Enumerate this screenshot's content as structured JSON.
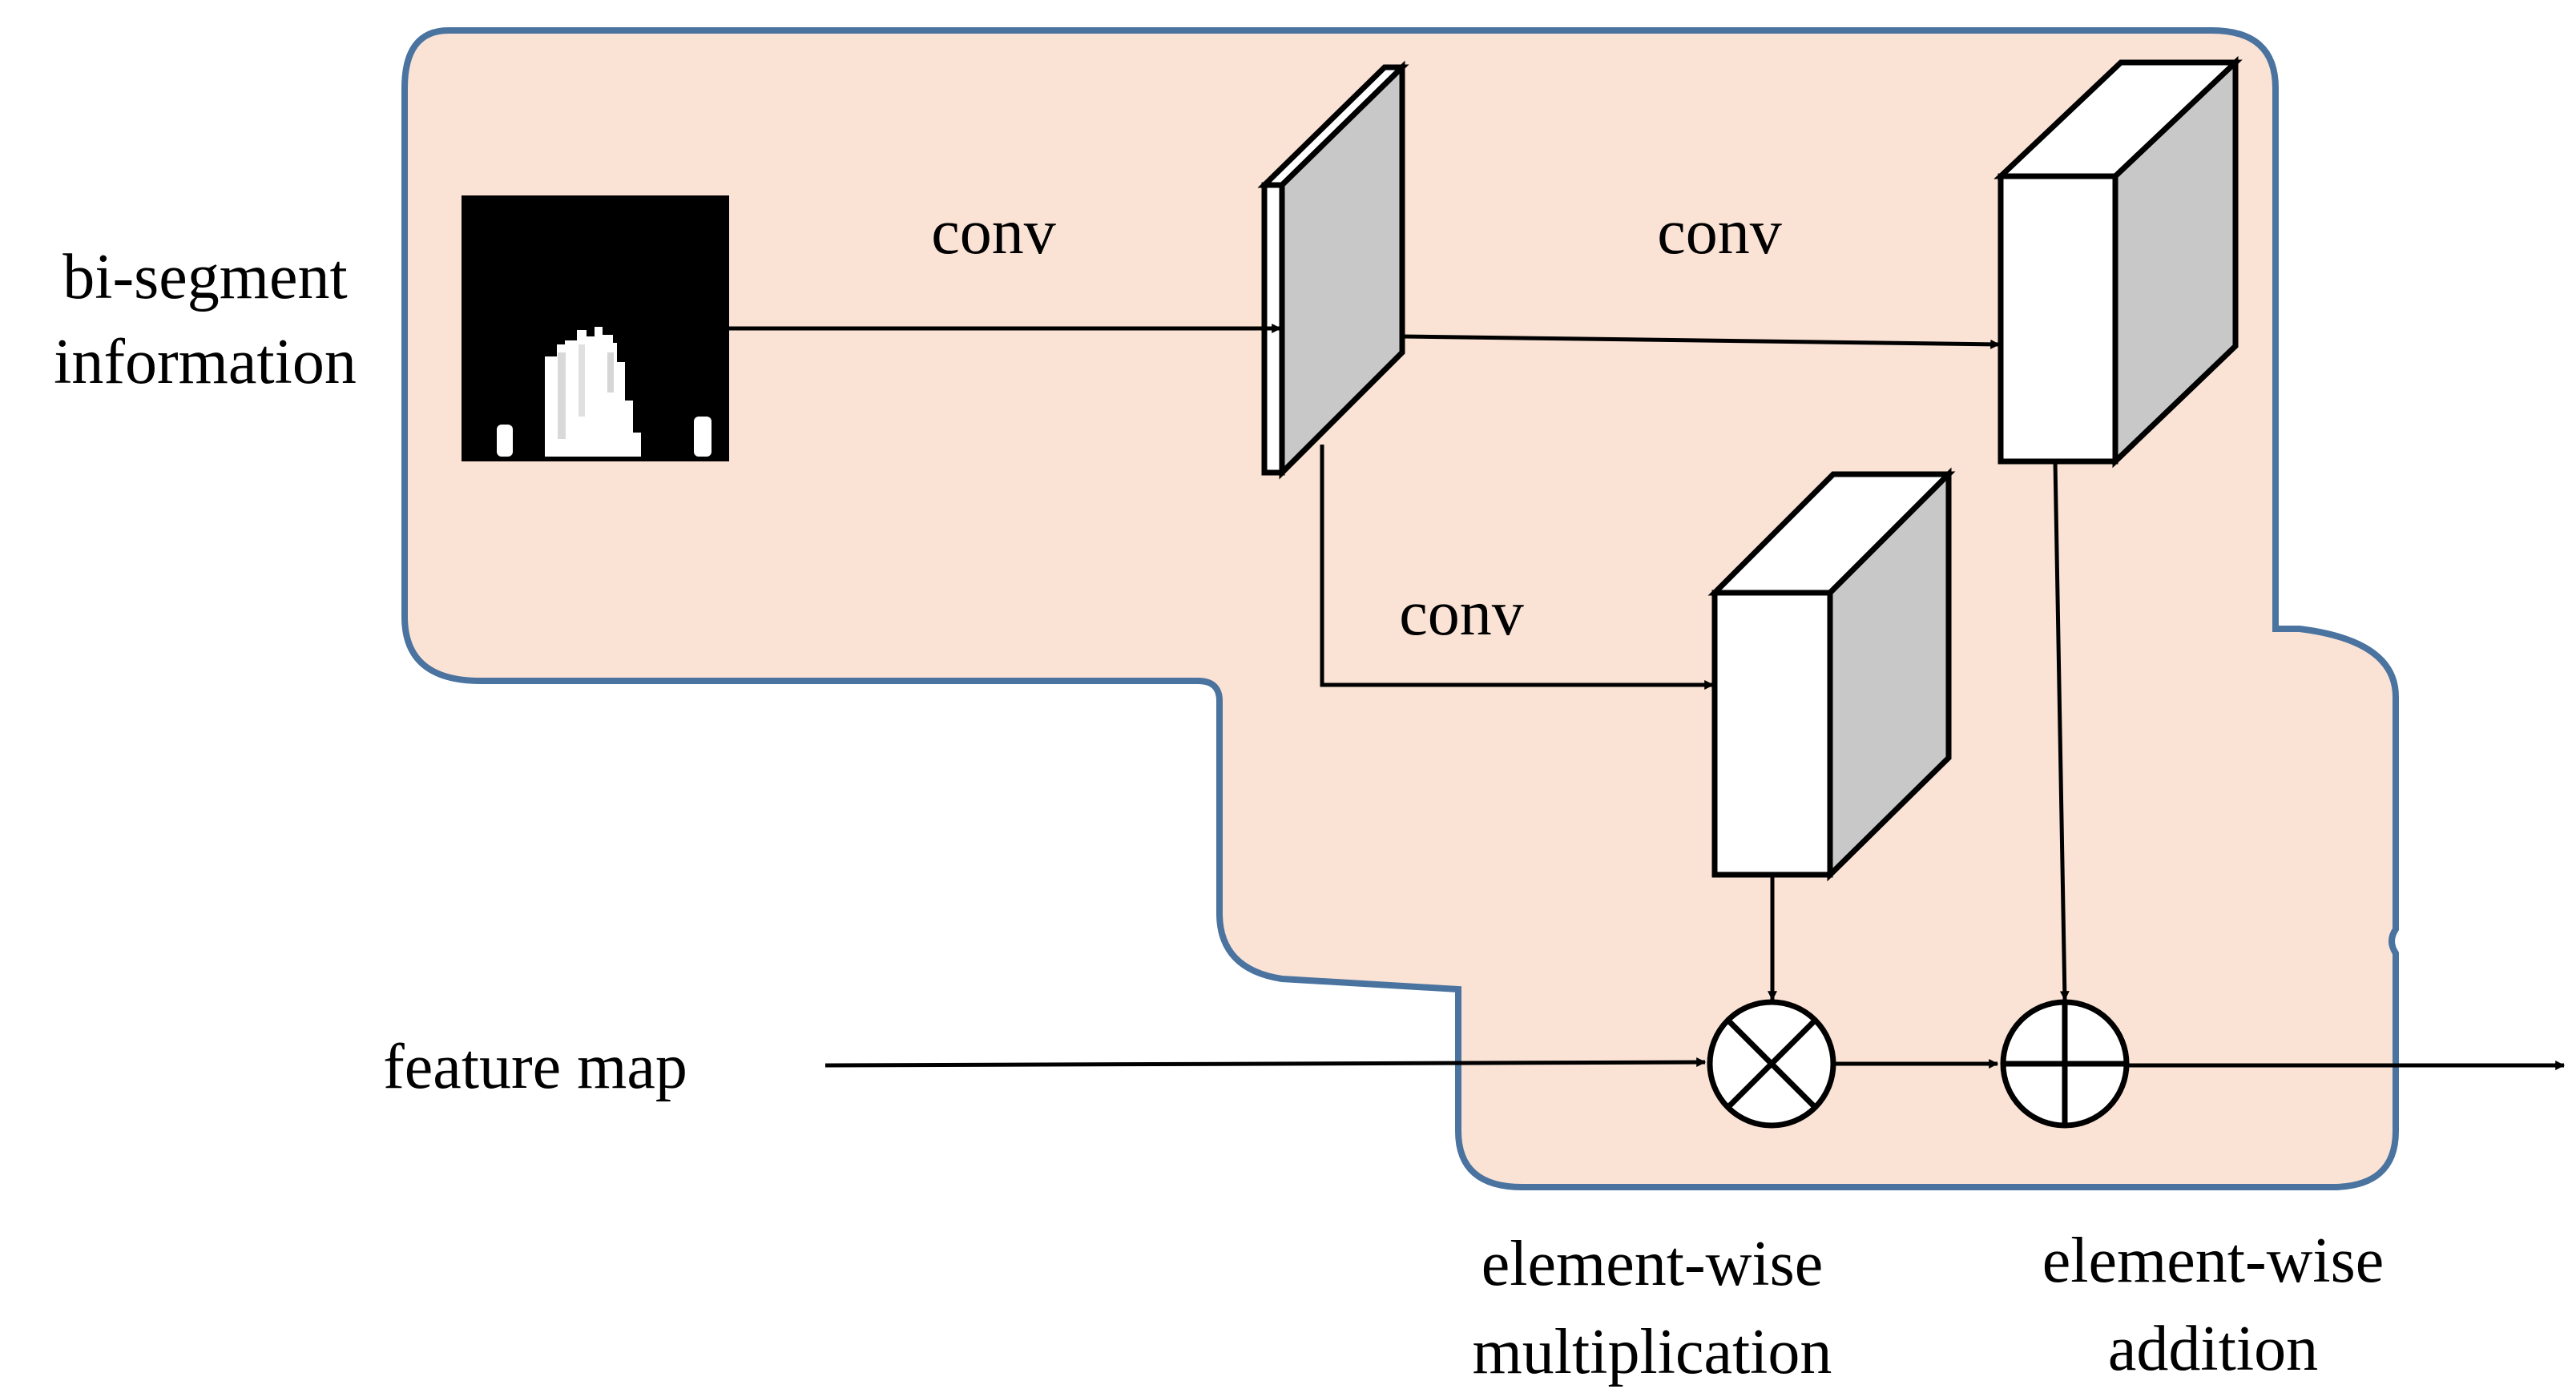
{
  "diagram": {
    "input_label_line1": "bi-segment",
    "input_label_line2": "information",
    "conv_label_1": "conv",
    "conv_label_2": "conv",
    "conv_label_3": "conv",
    "feature_map_label": "feature map",
    "multiplication_label_line1": "element-wise",
    "multiplication_label_line2": "multiplication",
    "addition_label_line1": "element-wise",
    "addition_label_line2": "addition"
  },
  "colors": {
    "module_fill": "#fae2d5",
    "module_border": "#4a73a0",
    "block_side_gray": "#c8c8c8",
    "block_front_white": "#ffffff",
    "line": "#000000",
    "mask_background": "#000000",
    "mask_foreground": "#ffffff"
  },
  "icons": {
    "multiply_operator": "circle-times-icon",
    "add_operator": "circle-plus-icon",
    "segmentation_mask": "binary-mask-image"
  }
}
